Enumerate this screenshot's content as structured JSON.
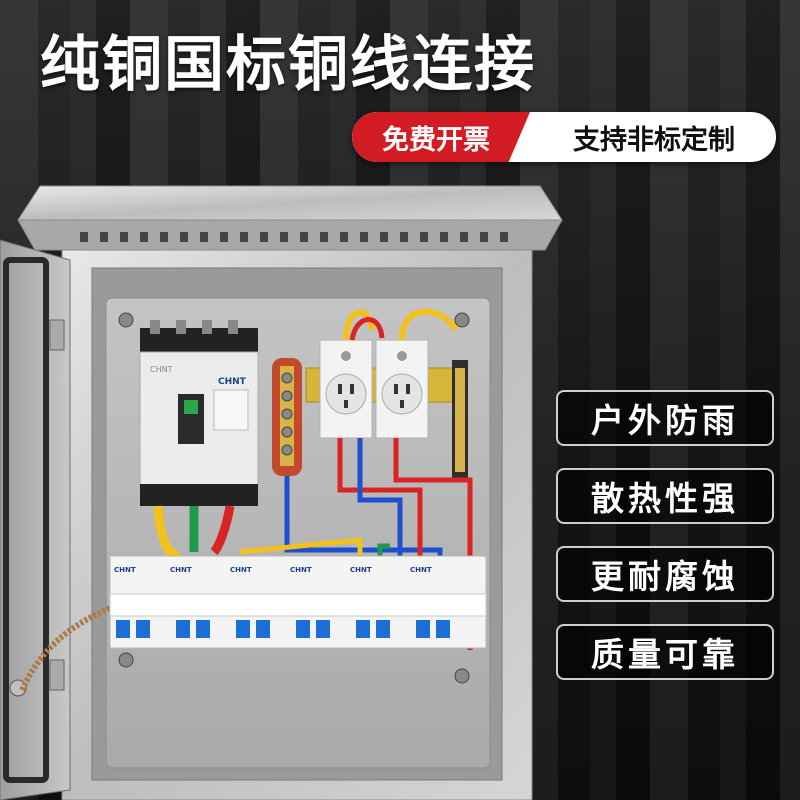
{
  "headline": "纯铜国标铜线连接",
  "badges": {
    "left": "免费开票",
    "right": "支持非标定制"
  },
  "features": [
    "户外防雨",
    "散热性强",
    "更耐腐蚀",
    "质量可靠"
  ],
  "product_logo": "CHNT",
  "colors": {
    "accent_red": "#d21b22",
    "wire_yellow": "#f2c21a",
    "wire_green": "#1f9a4a",
    "wire_red": "#d92424",
    "wire_blue": "#1f4fd1",
    "breaker_blue": "#1d6fd8",
    "steel": "#c9c9c9"
  },
  "icons": [
    "socket-icon",
    "screw-icon",
    "breaker-toggle-icon"
  ]
}
